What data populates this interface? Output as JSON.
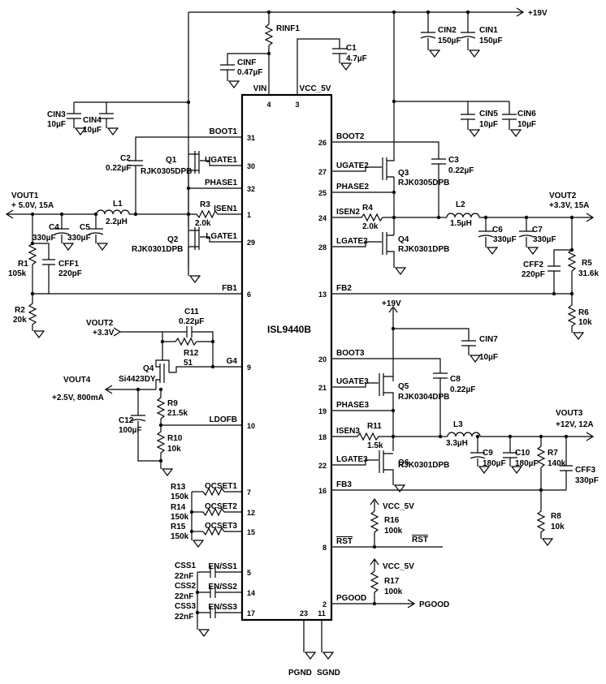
{
  "chip": {
    "name": "ISL9440B",
    "pins": [
      {
        "num": "4",
        "label": "VIN"
      },
      {
        "num": "3",
        "label": "VCC_5V"
      },
      {
        "num": "31",
        "label": "BOOT1"
      },
      {
        "num": "30",
        "label": "UGATE1"
      },
      {
        "num": "32",
        "label": "PHASE1"
      },
      {
        "num": "1",
        "label": "ISEN1"
      },
      {
        "num": "29",
        "label": "LGATE1"
      },
      {
        "num": "6",
        "label": "FB1"
      },
      {
        "num": "9",
        "label": "G4"
      },
      {
        "num": "10",
        "label": "LDOFB"
      },
      {
        "num": "7",
        "label": "OCSET1"
      },
      {
        "num": "12",
        "label": "OCSET2"
      },
      {
        "num": "15",
        "label": "OCSET3"
      },
      {
        "num": "5",
        "label": "EN/SS1"
      },
      {
        "num": "14",
        "label": "EN/SS2"
      },
      {
        "num": "17",
        "label": "EN/SS3"
      },
      {
        "num": "23",
        "label": ""
      },
      {
        "num": "11",
        "label": ""
      },
      {
        "num": "26",
        "label": "BOOT2"
      },
      {
        "num": "27",
        "label": "UGATE2"
      },
      {
        "num": "25",
        "label": "PHASE2"
      },
      {
        "num": "24",
        "label": "ISEN2"
      },
      {
        "num": "28",
        "label": "LGATE2"
      },
      {
        "num": "13",
        "label": "FB2"
      },
      {
        "num": "20",
        "label": "BOOT3"
      },
      {
        "num": "21",
        "label": "UGATE3"
      },
      {
        "num": "19",
        "label": "PHASE3"
      },
      {
        "num": "18",
        "label": "ISEN3"
      },
      {
        "num": "22",
        "label": "LGATE3"
      },
      {
        "num": "16",
        "label": "FB3"
      },
      {
        "num": "8",
        "label": "RST"
      },
      {
        "num": "2",
        "label": "PGOOD"
      }
    ]
  },
  "rails": {
    "vin": "+19V",
    "vin2": "+19V",
    "vout1_name": "VOUT1",
    "vout1_spec": "+ 5.0V, 15A",
    "vout2_name": "VOUT2",
    "vout2_spec": "+3.3V, 15A",
    "vout2_in_name": "VOUT2",
    "vout2_in_spec": "+3.3V",
    "vout3_name": "VOUT3",
    "vout3_spec": "+12V, 12A",
    "vout4_name": "VOUT4",
    "vout4_spec": "+2.5V, 800mA",
    "vcc1": "VCC_5V",
    "vcc2": "VCC_5V",
    "pgnd": "PGND",
    "sgnd": "SGND",
    "rst_out": "RST",
    "pgood_out": "PGOOD"
  },
  "components": [
    {
      "ref": "RINF1",
      "value": ""
    },
    {
      "ref": "C1",
      "value": "4.7µF"
    },
    {
      "ref": "CINF",
      "value": "0.47µF"
    },
    {
      "ref": "CIN2",
      "value": "150µF"
    },
    {
      "ref": "CIN1",
      "value": "150µF"
    },
    {
      "ref": "CIN3",
      "value": "10µF"
    },
    {
      "ref": "CIN4",
      "value": "10µF"
    },
    {
      "ref": "CIN5",
      "value": "10µF"
    },
    {
      "ref": "CIN6",
      "value": "10µF"
    },
    {
      "ref": "C2",
      "value": "0.22µF"
    },
    {
      "ref": "Q1",
      "value": "RJK0305DPB"
    },
    {
      "ref": "R3",
      "value": "2.0k"
    },
    {
      "ref": "L1",
      "value": "2.2µH"
    },
    {
      "ref": "C4",
      "value": "330µF"
    },
    {
      "ref": "C5",
      "value": "330µF"
    },
    {
      "ref": "Q2",
      "value": "RJK0301DPB"
    },
    {
      "ref": "R1",
      "value": "105k"
    },
    {
      "ref": "CFF1",
      "value": "220pF"
    },
    {
      "ref": "R2",
      "value": "20k"
    },
    {
      "ref": "C3",
      "value": "0.22µF"
    },
    {
      "ref": "Q3",
      "value": "RJK0305DPB"
    },
    {
      "ref": "R4",
      "value": "2.0k"
    },
    {
      "ref": "L2",
      "value": "1.5µH"
    },
    {
      "ref": "C6",
      "value": "330µF"
    },
    {
      "ref": "C7",
      "value": "330µF"
    },
    {
      "ref": "Q4",
      "value": "RJK0301DPB"
    },
    {
      "ref": "CFF2",
      "value": "220pF"
    },
    {
      "ref": "R5",
      "value": "31.6k"
    },
    {
      "ref": "R6",
      "value": "10k"
    },
    {
      "ref": "C11",
      "value": "0.22µF"
    },
    {
      "ref": "R12",
      "value": "51"
    },
    {
      "ref": "Q4",
      "value": "Si4423DY"
    },
    {
      "ref": "R9",
      "value": "21.5k"
    },
    {
      "ref": "C12",
      "value": "100µF"
    },
    {
      "ref": "R10",
      "value": "10k"
    },
    {
      "ref": "CIN7",
      "value": "10µF"
    },
    {
      "ref": "C8",
      "value": "0.22µF"
    },
    {
      "ref": "Q5",
      "value": "RJK0304DPB"
    },
    {
      "ref": "R11",
      "value": "1.5k"
    },
    {
      "ref": "L3",
      "value": "3.3µH"
    },
    {
      "ref": "Q6",
      "value": "RJK0301DPB"
    },
    {
      "ref": "C9",
      "value": "180µF"
    },
    {
      "ref": "C10",
      "value": "180µF"
    },
    {
      "ref": "R7",
      "value": "140k"
    },
    {
      "ref": "CFF3",
      "value": "330pF"
    },
    {
      "ref": "R8",
      "value": "10k"
    },
    {
      "ref": "R13",
      "value": "150k"
    },
    {
      "ref": "R14",
      "value": "150k"
    },
    {
      "ref": "R15",
      "value": "150k"
    },
    {
      "ref": "CSS1",
      "value": "22nF"
    },
    {
      "ref": "CSS2",
      "value": "22nF"
    },
    {
      "ref": "CSS3",
      "value": "22nF"
    },
    {
      "ref": "R16",
      "value": "100k"
    },
    {
      "ref": "R17",
      "value": "100k"
    }
  ]
}
